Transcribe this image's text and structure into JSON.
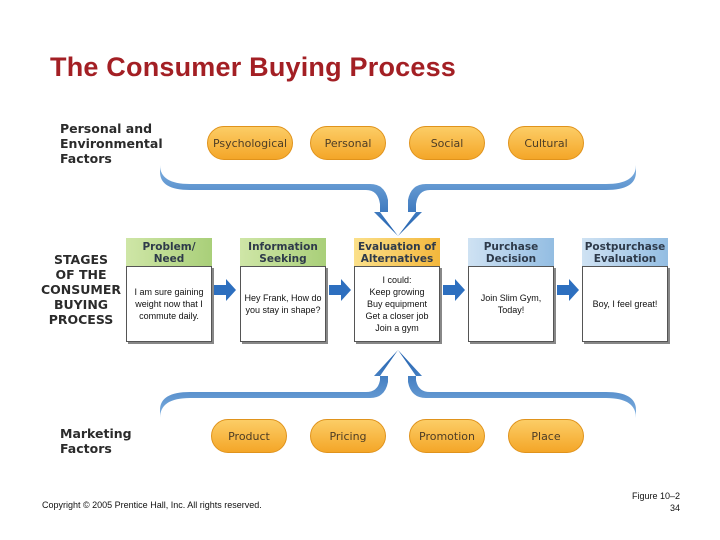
{
  "title": "The Consumer Buying Process",
  "personal_heading": [
    "Personal and",
    "Environmental",
    "Factors"
  ],
  "personal_factors": [
    "Psychological",
    "Personal",
    "Social",
    "Cultural"
  ],
  "stages_heading": [
    "STAGES",
    "OF THE",
    "CONSUMER",
    "BUYING",
    "PROCESS"
  ],
  "stages": [
    {
      "heading": "Problem/ Need Recognition",
      "text": "I am sure gaining weight now that I commute daily."
    },
    {
      "heading": "Information Seeking",
      "text": "Hey Frank, How do you stay in shape?"
    },
    {
      "heading": "Evaluation of Alternatives",
      "text": "I could:\nKeep growing\nBuy equipment\nGet a closer job\nJoin a gym"
    },
    {
      "heading": "Purchase Decision",
      "text": "Join Slim Gym, Today!"
    },
    {
      "heading": "Postpurchase Evaluation",
      "text": "Boy, I feel great!"
    }
  ],
  "marketing_heading": [
    "Marketing",
    "Factors"
  ],
  "marketing_factors": [
    "Product",
    "Pricing",
    "Promotion",
    "Place"
  ],
  "copyright": "Copyright © 2005 Prentice Hall, Inc. All rights reserved.",
  "figure": [
    "Figure 10–2",
    "34"
  ],
  "colors": {
    "title": "#a31f24",
    "pill": "#f4a628",
    "arrow": "#1f5fae",
    "band_green": "#b9d98a",
    "band_yellow": "#f6c24c",
    "band_blue": "#9dc3e3"
  }
}
